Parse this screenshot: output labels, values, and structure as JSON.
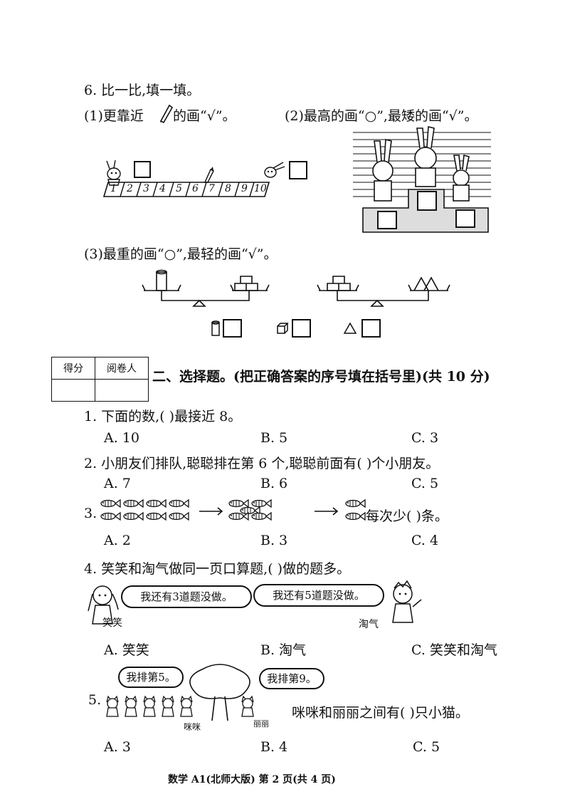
{
  "q6": {
    "title": "6. 比一比,填一填。",
    "p1_text_a": "(1)更靠近",
    "p1_text_b": "的画“√”。",
    "p2_text": "(2)最高的画“○”,最矮的画“√”。",
    "p3_text": "(3)最重的画“○”,最轻的画“√”。",
    "ruler_numbers": [
      "1",
      "2",
      "3",
      "4",
      "5",
      "6",
      "7",
      "8",
      "9",
      "10"
    ]
  },
  "score_table": {
    "col1": "得分",
    "col2": "阅卷人"
  },
  "section2": {
    "title": "二、选择题。(把正确答案的序号填在括号里)(共 10 分)",
    "q1": {
      "stem": "1. 下面的数,(        )最接近 8。",
      "a": "A. 10",
      "b": "B. 5",
      "c": "C. 3"
    },
    "q2": {
      "stem": "2. 小朋友们排队,聪聪排在第 6 个,聪聪前面有(        )个小朋友。",
      "a": "A. 7",
      "b": "B. 6",
      "c": "C. 5"
    },
    "q3": {
      "num": "3.",
      "stem": "每次少(        )条。",
      "a": "A. 2",
      "b": "B. 3",
      "c": "C. 4"
    },
    "q4": {
      "stem": "4. 笑笑和淘气做同一页口算题,(        )做的题多。",
      "bubble_left": "我还有3道题没做。",
      "bubble_right": "我还有5道题没做。",
      "name_left": "笑笑",
      "name_right": "淘气",
      "a": "A. 笑笑",
      "b": "B. 淘气",
      "c": "C. 笑笑和淘气"
    },
    "q5": {
      "num": "5.",
      "bubble_left": "我排第5。",
      "bubble_right": "我排第9。",
      "name_left": "咪咪",
      "name_right": "丽丽",
      "stem": "咪咪和丽丽之间有(        )只小猫。",
      "a": "A. 3",
      "b": "B. 4",
      "c": "C. 5"
    }
  },
  "footer": "数学 A1(北师大版)  第 2 页(共 4 页)"
}
